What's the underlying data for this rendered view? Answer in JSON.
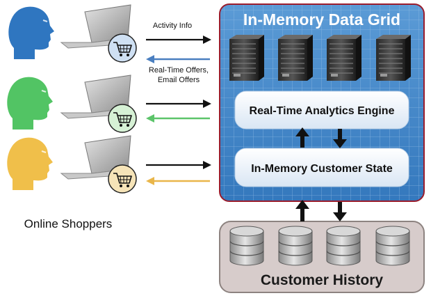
{
  "grid": {
    "title": "In-Memory Data Grid",
    "analytics_label": "Real-Time Analytics Engine",
    "state_label": "In-Memory Customer State",
    "server_count": 4,
    "colors": {
      "blue": "#3d86c8",
      "border": "#9a1c2c",
      "title": "#ffffff"
    }
  },
  "history": {
    "title": "Customer History",
    "database_count": 4,
    "colors": {
      "fill": "#d7cccb",
      "border": "#8d8380"
    }
  },
  "shoppers": {
    "label": "Online Shoppers",
    "items": [
      {
        "head_color": "#2f76c0",
        "cart_bg": "#cfe0f3",
        "return_arrow_color": "#4a7fc0"
      },
      {
        "head_color": "#52c464",
        "cart_bg": "#d6f1d5",
        "return_arrow_color": "#5cc46a"
      },
      {
        "head_color": "#f0bf4a",
        "cart_bg": "#f6e4b8",
        "return_arrow_color": "#e9b64a"
      }
    ]
  },
  "arrows": {
    "outgoing_label": "Activity Info",
    "return_label_line1": "Real-Time Offers,",
    "return_label_line2": "Email Offers"
  },
  "icons": {
    "head": "silhouette-head-icon",
    "laptop": "laptop-icon",
    "cart": "shopping-cart-icon",
    "server": "server-icon",
    "database": "database-icon"
  }
}
